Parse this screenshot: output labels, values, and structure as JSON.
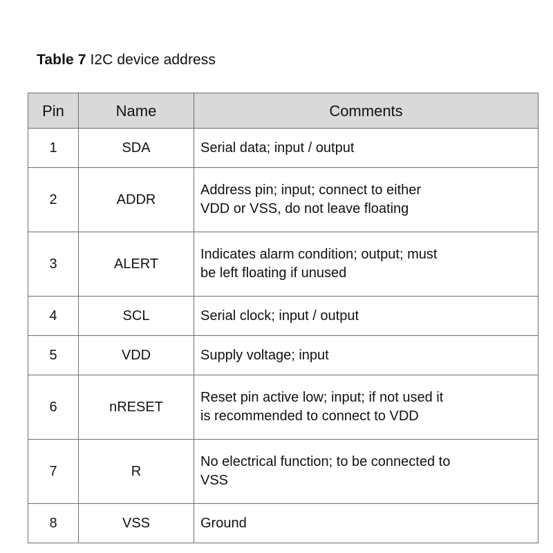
{
  "caption": {
    "label": "Table 7",
    "text": " I2C device address"
  },
  "table": {
    "headers": {
      "pin": "Pin",
      "name": "Name",
      "comments": "Comments"
    },
    "header_background": "#d9d9d9",
    "border_color": "#6e6e6e",
    "rows": [
      {
        "pin": "1",
        "name": "SDA",
        "comment_lines": [
          "Serial data; input / output"
        ]
      },
      {
        "pin": "2",
        "name": "ADDR",
        "comment_lines": [
          "Address pin; input; connect to either",
          "VDD or VSS, do not leave floating"
        ]
      },
      {
        "pin": "3",
        "name": "ALERT",
        "comment_lines": [
          "Indicates alarm condition; output; must",
          "be left floating if unused"
        ]
      },
      {
        "pin": "4",
        "name": "SCL",
        "comment_lines": [
          "Serial clock; input / output"
        ]
      },
      {
        "pin": "5",
        "name": "VDD",
        "comment_lines": [
          "Supply voltage; input"
        ]
      },
      {
        "pin": "6",
        "name": "nRESET",
        "comment_lines": [
          "Reset pin active low; input; if not used it",
          "is recommended to connect to VDD"
        ]
      },
      {
        "pin": "7",
        "name": "R",
        "comment_lines": [
          "No electrical function; to be connected to",
          "VSS"
        ]
      },
      {
        "pin": "8",
        "name": "VSS",
        "comment_lines": [
          "Ground"
        ]
      }
    ]
  }
}
